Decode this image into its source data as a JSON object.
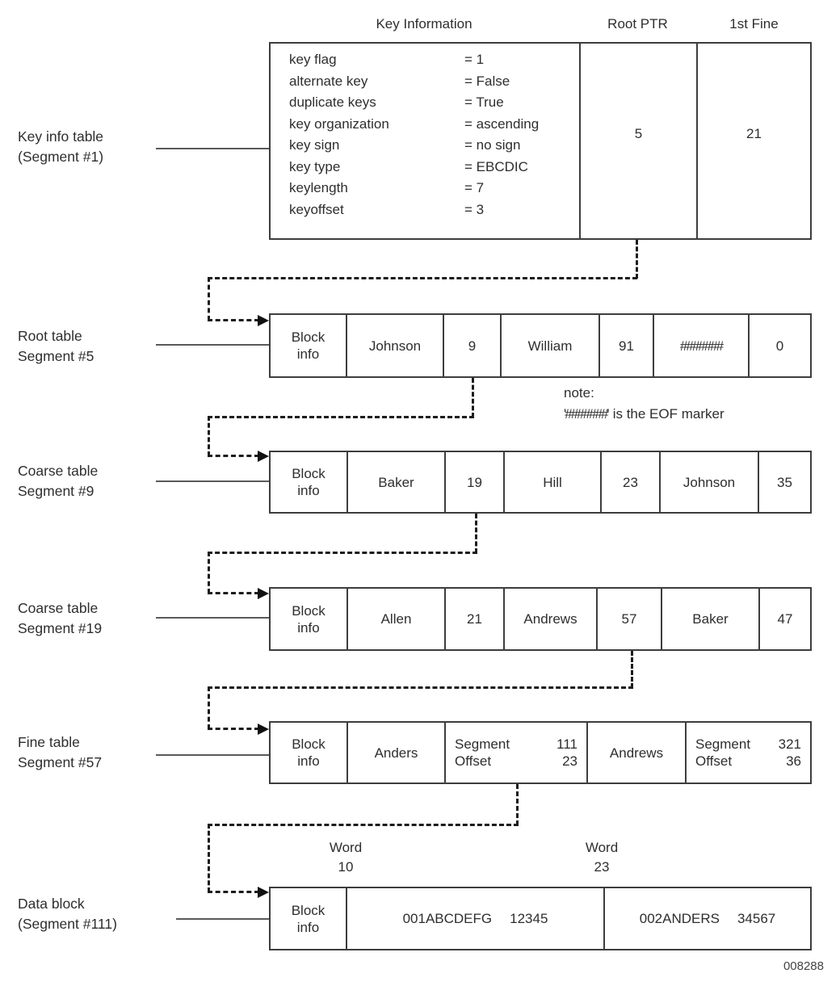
{
  "figure_number": "008288",
  "column_headers": {
    "key_information": "Key Information",
    "root_ptr": "Root PTR",
    "first_fine": "1st Fine"
  },
  "key_info_table": {
    "label": [
      "Key info table",
      "(Segment #1)"
    ],
    "fields": [
      {
        "name": "key flag",
        "value": "= 1"
      },
      {
        "name": "alternate key",
        "value": "= False"
      },
      {
        "name": "duplicate keys",
        "value": "= True"
      },
      {
        "name": "key organization",
        "value": "= ascending"
      },
      {
        "name": "key sign",
        "value": "= no sign"
      },
      {
        "name": "key type",
        "value": "= EBCDIC"
      },
      {
        "name": "keylength",
        "value": "= 7"
      },
      {
        "name": "keyoffset",
        "value": "= 3"
      }
    ],
    "root_ptr_value": "5",
    "first_fine_value": "21"
  },
  "note": {
    "line1": "note:",
    "line2_hash": "'#######'",
    "line2_text": "is the EOF marker"
  },
  "root_table": {
    "label": [
      "Root table",
      "Segment #5"
    ],
    "cells": {
      "block_info": [
        "Block",
        "info"
      ],
      "entries": [
        "Johnson",
        "9",
        "William",
        "91",
        "#######",
        "0"
      ]
    }
  },
  "coarse_table_9": {
    "label": [
      "Coarse table",
      "Segment #9"
    ],
    "cells": {
      "block_info": [
        "Block",
        "info"
      ],
      "entries": [
        "Baker",
        "19",
        "Hill",
        "23",
        "Johnson",
        "35"
      ]
    }
  },
  "coarse_table_19": {
    "label": [
      "Coarse table",
      "Segment #19"
    ],
    "cells": {
      "block_info": [
        "Block",
        "info"
      ],
      "entries": [
        "Allen",
        "21",
        "Andrews",
        "57",
        "Baker",
        "47"
      ]
    }
  },
  "fine_table": {
    "label": [
      "Fine table",
      "Segment #57"
    ],
    "cells": {
      "block_info": [
        "Block",
        "info"
      ],
      "entry1": "Anders",
      "pointer1": {
        "l1a": "Segment",
        "l1b": "111",
        "l2a": "Offset",
        "l2b": "23"
      },
      "entry2": "Andrews",
      "pointer2": {
        "l1a": "Segment",
        "l1b": "321",
        "l2a": "Offset",
        "l2b": "36"
      }
    }
  },
  "word_labels": [
    {
      "line1": "Word",
      "line2": "10"
    },
    {
      "line1": "Word",
      "line2": "23"
    }
  ],
  "data_block": {
    "label": [
      "Data block",
      "(Segment #111)"
    ],
    "cells": {
      "block_info": [
        "Block",
        "info"
      ],
      "record1": {
        "key": "001ABCDEFG",
        "value": "12345"
      },
      "record2": {
        "key": "002ANDERS",
        "value": "34567"
      }
    }
  }
}
